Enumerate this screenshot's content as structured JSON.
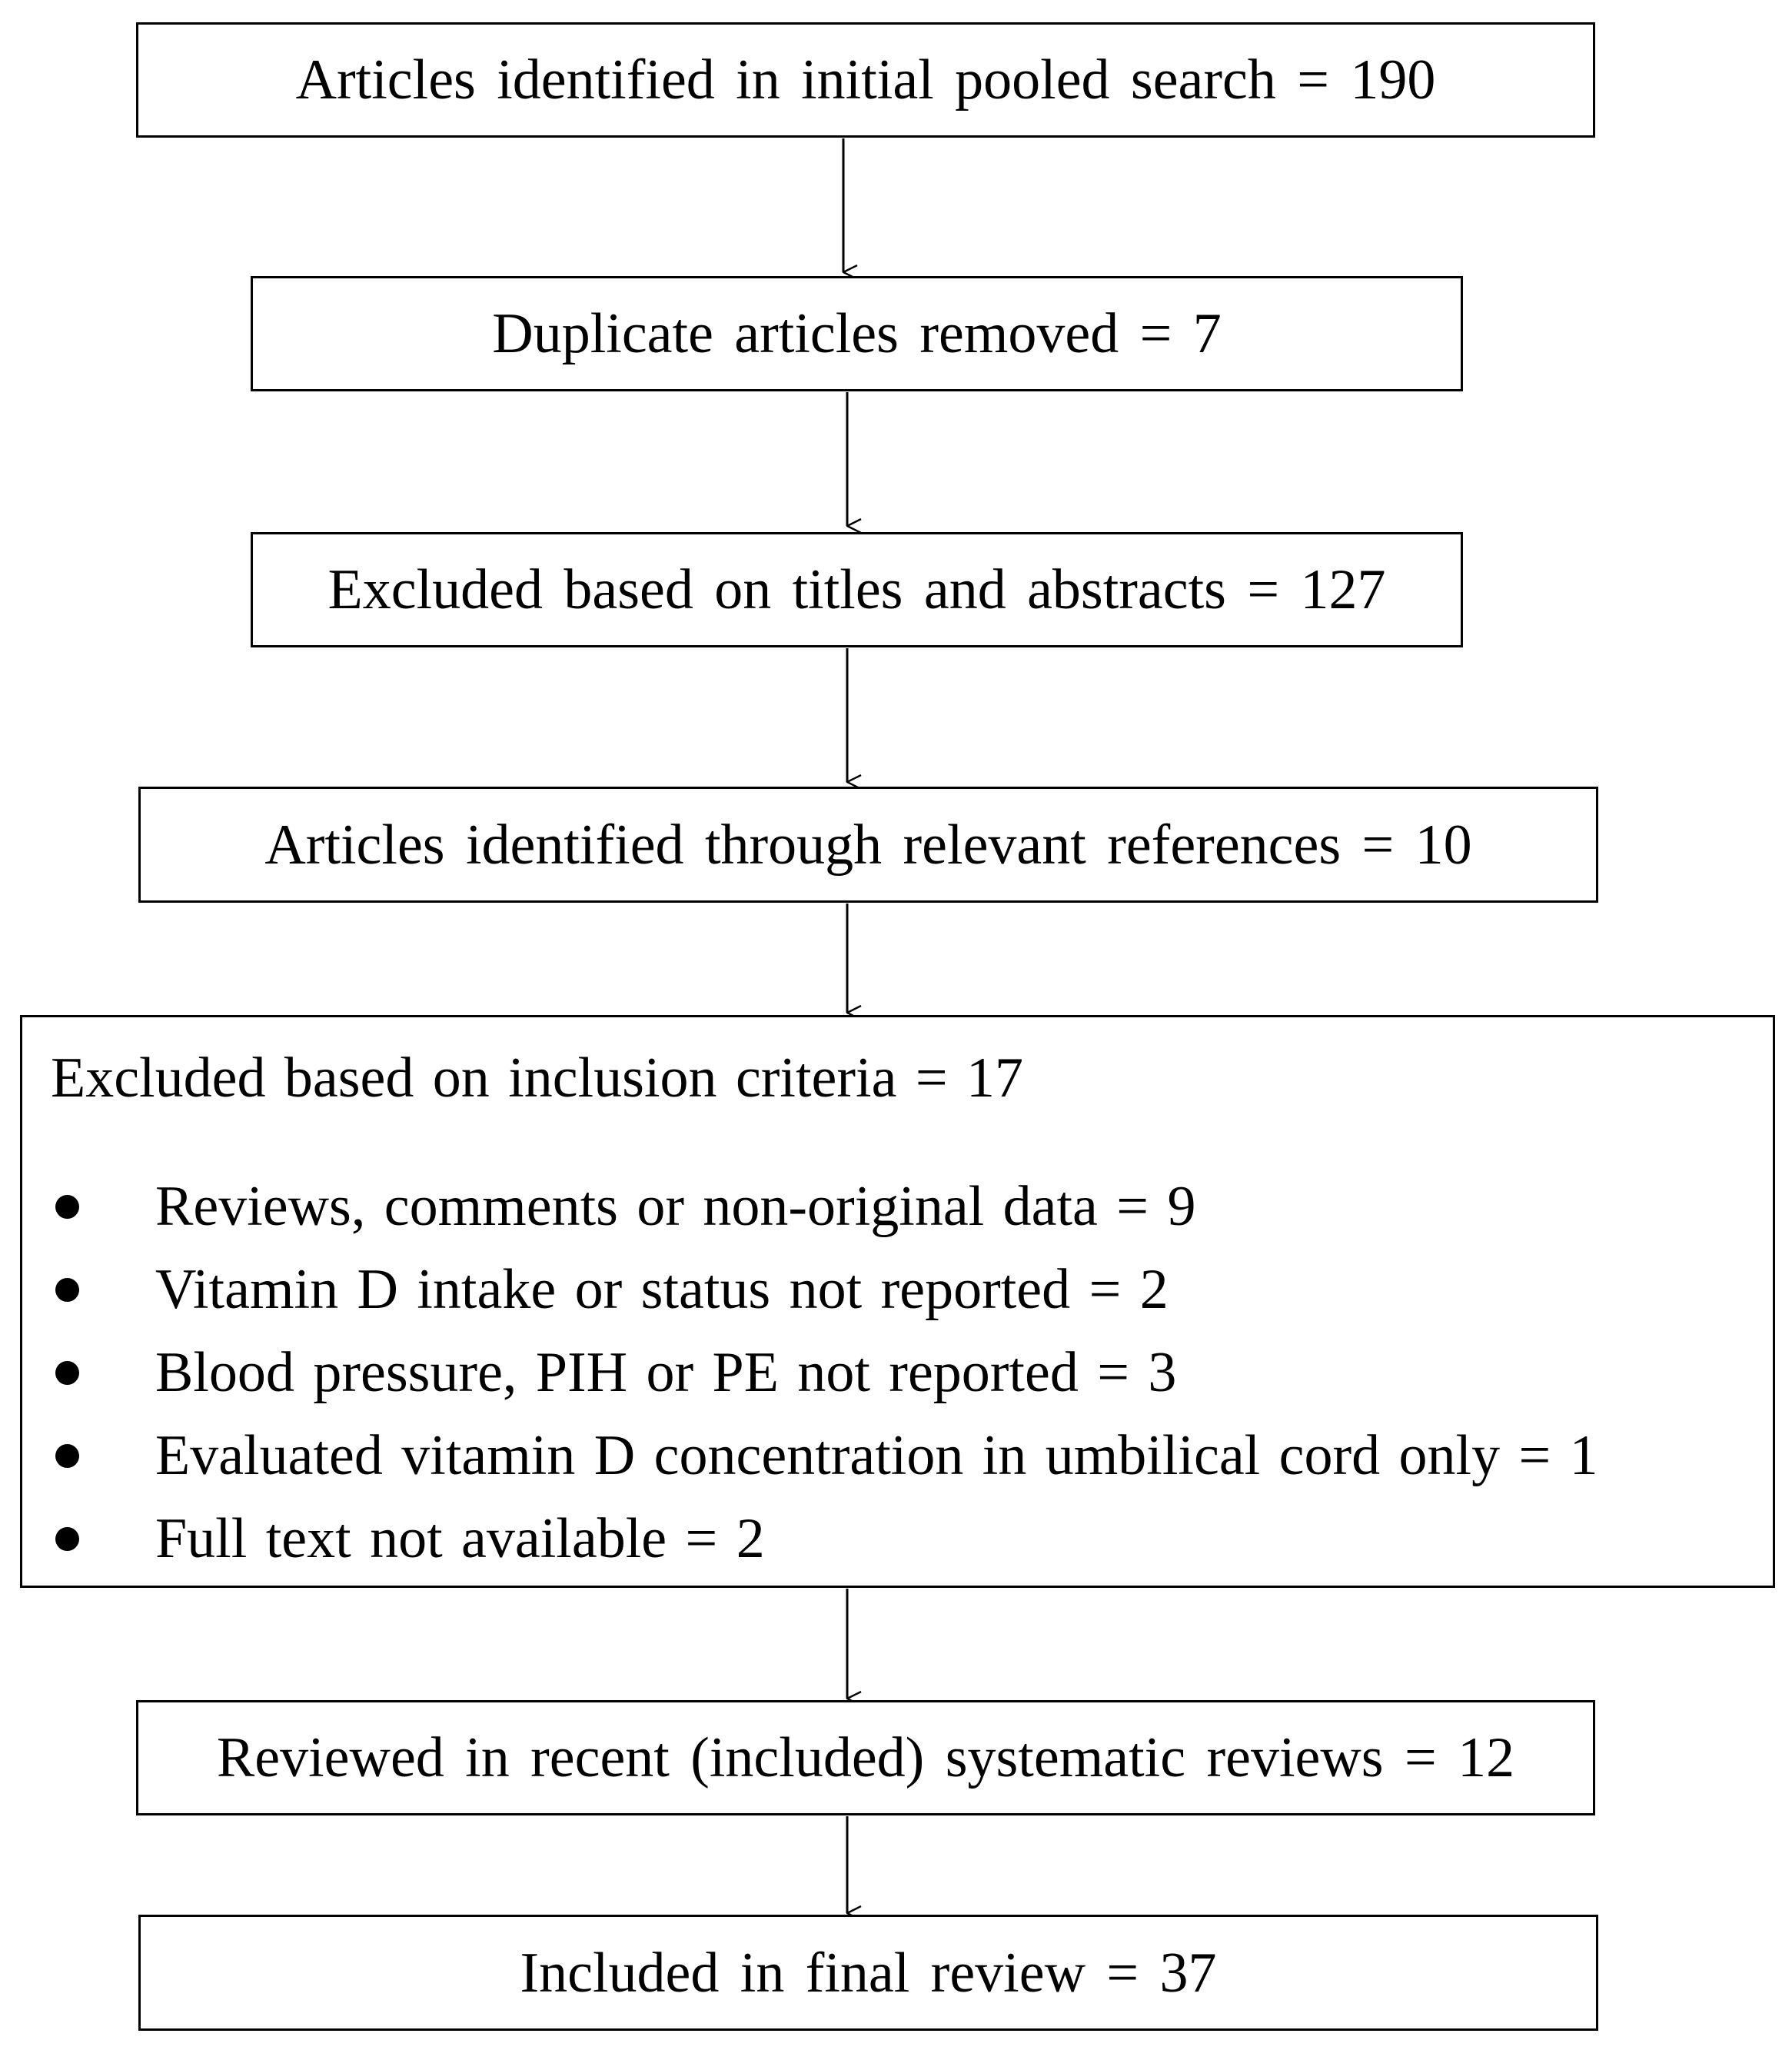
{
  "flow": {
    "step_1": "Articles identified in initial pooled search = 190",
    "step_2": "Duplicate articles removed = 7",
    "step_3": "Excluded based on titles and abstracts = 127",
    "step_4": "Articles identified through relevant references = 10",
    "step_5": {
      "heading": "Excluded based on inclusion criteria = 17",
      "bullets": [
        "Reviews, comments or non-original data = 9",
        "Vitamin D intake or status not reported = 2",
        "Blood pressure, PIH or PE not reported = 3",
        "Evaluated vitamin D concentration in umbilical cord only = 1",
        "Full text not available = 2"
      ]
    },
    "step_6": "Reviewed in recent (included) systematic reviews = 12",
    "step_7": "Included in final review = 37"
  }
}
